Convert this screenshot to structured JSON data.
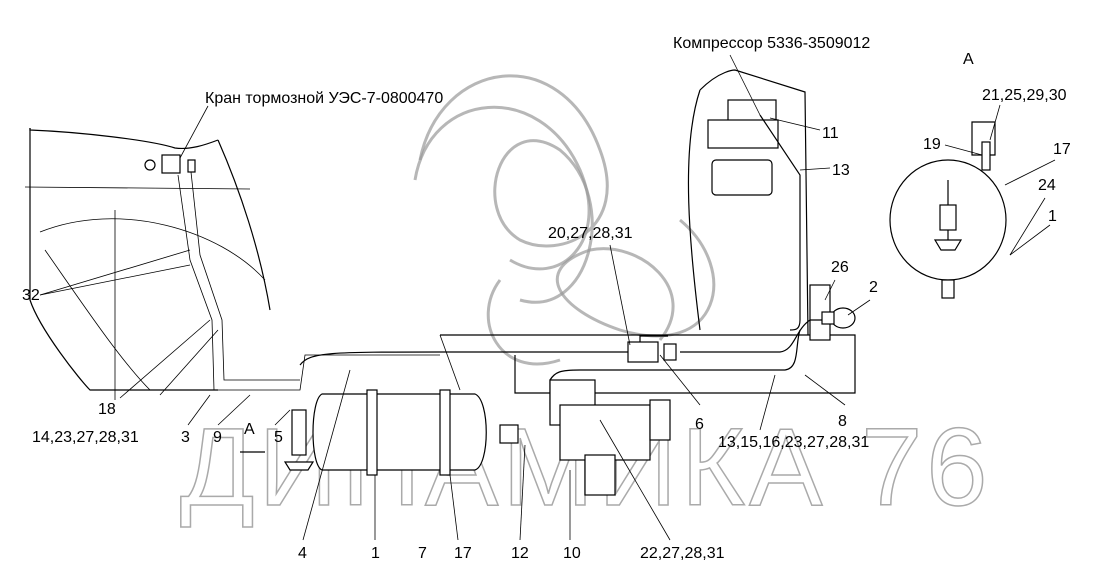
{
  "title_compressor": "Компрессор 5336-3509012",
  "title_brake_valve": "Кран тормозной УЭС-7-0800470",
  "view_label": "А",
  "watermark": "ДИНАМИКА 76",
  "callouts": {
    "c11": "11",
    "c13_top": "13",
    "c21": "21,25,29,30",
    "c19": "19",
    "c17_view": "17",
    "c24": "24",
    "c1_view": "1",
    "c20": "20,27,28,31",
    "c26": "26",
    "c2": "2",
    "c32": "32",
    "c18": "18",
    "c14": "14,23,27,28,31",
    "c3": "3",
    "c9": "9",
    "cA": "А",
    "c5": "5",
    "c6": "6",
    "c8": "8",
    "c13_group": "13,15,16,23,27,28,31",
    "c4": "4",
    "c1": "1",
    "c7": "7",
    "c17": "17",
    "c12": "12",
    "c10": "10",
    "c22": "22,27,28,31"
  }
}
